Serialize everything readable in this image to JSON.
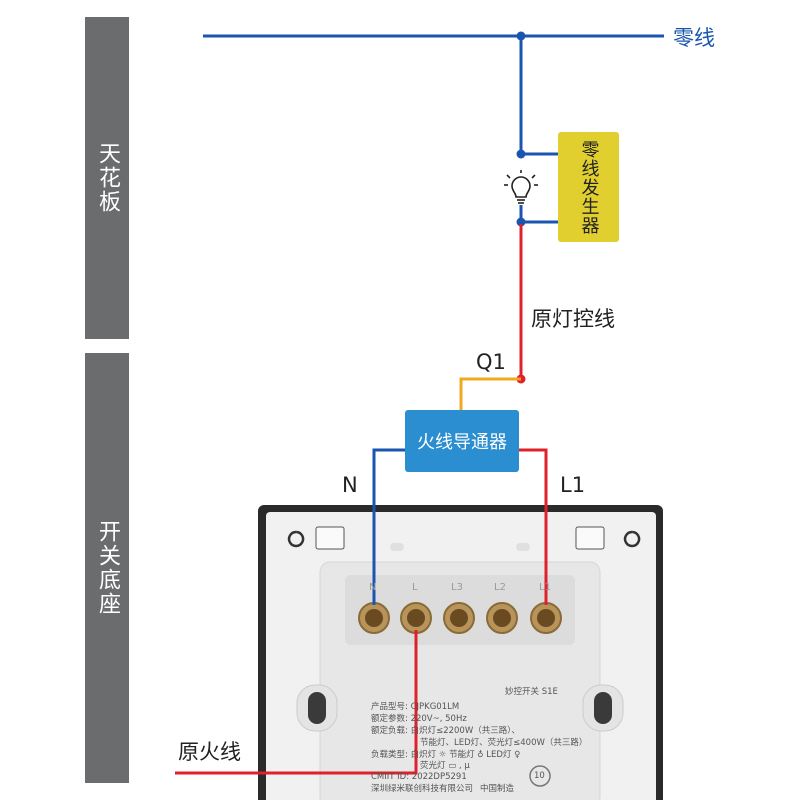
{
  "sidebar": {
    "ceiling": "天花板",
    "base": "开关底座"
  },
  "labels": {
    "neutral_line": "零线",
    "zero_generator": "零线发生器",
    "original_lamp_control": "原灯控线",
    "q1": "Q1",
    "live_conductor": "火线导通器",
    "n": "N",
    "l1": "L1",
    "original_live": "原火线"
  },
  "switch": {
    "terminals": [
      "N",
      "L",
      "L3",
      "L2",
      "L1"
    ],
    "model_line": "产品型号: CJPKG01LM",
    "rating_line": "额定参数: 220V~, 50Hz",
    "load_line": "额定负载: 白炽灯≤2200W（共三路）、",
    "load_line2": "节能灯、LED灯、荧光灯≤400W（共三路）",
    "load_type": "负载类型: 白炽灯 ☼  节能灯 ♁  LED灯 ♀",
    "fluor": "荧光灯 ▭ , μ",
    "cmiit": "CMIIT ID: 2022DP5291",
    "maker": "深圳绿米联创科技有限公司",
    "origin": "中国制造",
    "brand": "妙控开关 S1E",
    "badge": "10"
  },
  "colors": {
    "neutral": "#1a56b0",
    "live": "#e0202a",
    "q1": "#f0a81e",
    "sidebar": "#6b6c6e",
    "generator": "#e0cf2f",
    "conductor": "#2a8ed0"
  }
}
